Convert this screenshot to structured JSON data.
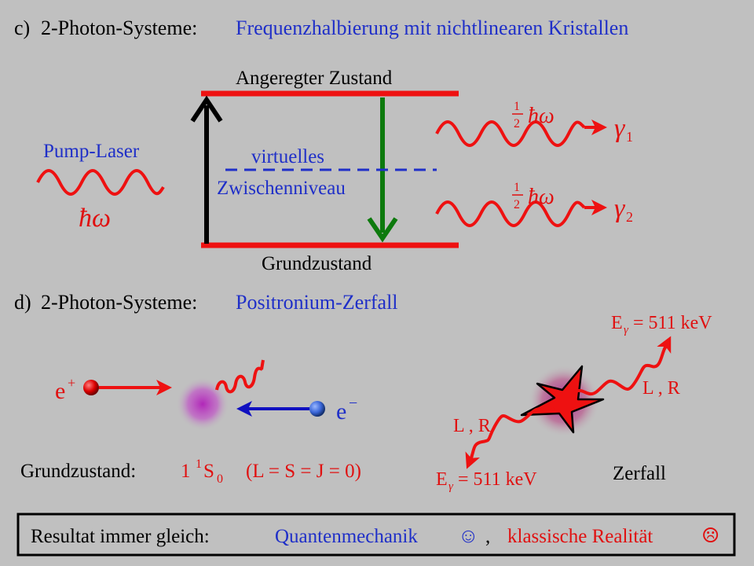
{
  "section_c": {
    "label": "c)",
    "title_black": "2-Photon-Systeme:",
    "title_blue": "Frequenzhalbierung mit nichtlinearen Kristallen",
    "excited_state": "Angeregter Zustand",
    "ground_state": "Grundzustand",
    "virtual_level_line1": "virtuelles",
    "virtual_level_line2": "Zwischenniveau",
    "pump_laser": "Pump-Laser",
    "pump_energy": "ħω",
    "half_num": "1",
    "half_den": "2",
    "half_energy": "ħω",
    "gamma_symbol": "γ",
    "gamma1_index": "1",
    "gamma2_index": "2"
  },
  "section_d": {
    "label": "d)",
    "title_black": "2-Photon-Systeme:",
    "title_blue": "Positronium-Zerfall",
    "positron_symbol": "e",
    "positron_charge": "+",
    "electron_symbol": "e",
    "electron_charge": "−",
    "ground_label": "Grundzustand:",
    "state_n": "1",
    "state_mult": "1",
    "state_letter": "S",
    "state_j": "0",
    "quantum_numbers": "(L = S = J = 0)",
    "energy_E": "E",
    "energy_sub": "γ",
    "energy_value": "= 511 keV",
    "polarization": "L , R",
    "decay_label": "Zerfall"
  },
  "result_box": {
    "prefix": "Resultat immer gleich:",
    "quantum": "Quantenmechanik",
    "happy": "☺",
    "separator": ",",
    "classical": "klassische Realität",
    "sad": "☹"
  },
  "colors": {
    "background": "#c0c0c0",
    "level_red": "#ee1111",
    "arrow_green": "#0d7a0d",
    "dash_blue": "#1f2fc8",
    "text_blue": "#1f2fc8",
    "text_red": "#e01010",
    "arrow_blue": "#1010c0"
  }
}
